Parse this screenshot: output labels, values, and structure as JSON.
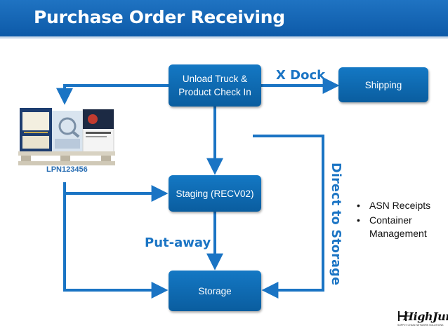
{
  "header": {
    "title": "Purchase Order Receiving"
  },
  "nodes": {
    "unload": "Unload Truck & Product Check In",
    "shipping": "Shipping",
    "staging": "Staging (RECV02)",
    "storage": "Storage"
  },
  "flow_labels": {
    "xdock": "X Dock",
    "putaway": "Put-away",
    "direct_to_storage": "Direct to Storage"
  },
  "pallet": {
    "lpn": "LPN123456"
  },
  "bullets": [
    "ASN Receipts",
    "Container Management"
  ],
  "logo": {
    "name": "HighJump",
    "tagline": "SUPPLY CHAIN NETWORK SOLUTIONS"
  },
  "colors": {
    "accent": "#1a74c4",
    "node": "#0a5d9f",
    "header": "#1469bb"
  }
}
